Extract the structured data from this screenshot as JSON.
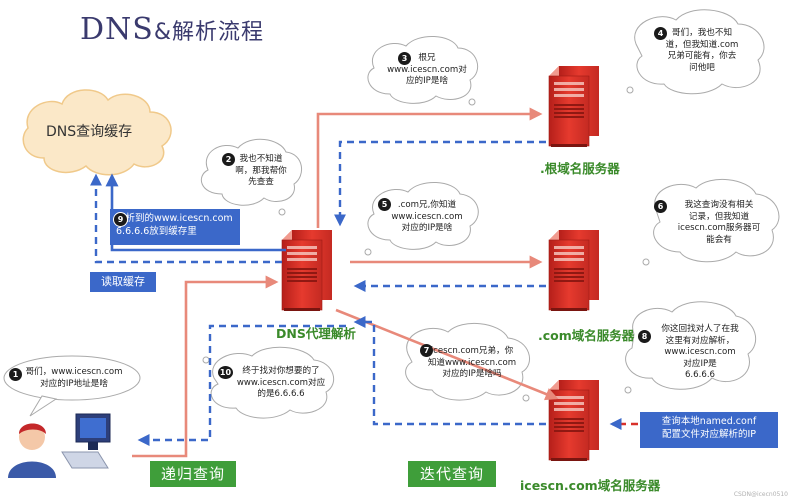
{
  "title": {
    "main": "DNS",
    "suffix": "&解析流程"
  },
  "cache_cloud": {
    "label": "DNS查询缓存"
  },
  "servers": {
    "root": ".根域名服务器",
    "com": ".com域名服务器",
    "icescn": "icescn.com域名服务器",
    "proxy": "DNS代理解析"
  },
  "steps": [
    {
      "num": "1",
      "lines": [
        "哥们，www.icescn.com",
        "对应的IP地址是啥"
      ]
    },
    {
      "num": "2",
      "lines": [
        "我也不知道",
        "啊，那我帮你",
        "先查查"
      ]
    },
    {
      "num": "3",
      "lines": [
        "根兄",
        "www.icescn.com对",
        "应的IP是啥"
      ]
    },
    {
      "num": "4",
      "lines": [
        "哥们，我也不知",
        "道，但我知道.com",
        "兄弟可能有，你去",
        "问他吧"
      ]
    },
    {
      "num": "5",
      "lines": [
        ".com兄,你知道",
        "www.icescn.com",
        "对应的IP是啥"
      ]
    },
    {
      "num": "6",
      "lines": [
        "我这查询没有相关",
        "记录，但我知道",
        "icescn.com服务器可",
        "能会有"
      ]
    },
    {
      "num": "7",
      "lines": [
        "icescn.com兄弟，你",
        "知道www.icescn.com",
        "对应的IP是啥吗"
      ]
    },
    {
      "num": "8",
      "lines": [
        "你这回找对人了在我",
        "这里有对应解析，",
        "www.icescn.com",
        "对应IP是",
        "6.6.6.6"
      ]
    },
    {
      "num": "9",
      "lines": [
        "解析到的www.icescn.com",
        "6.6.6.6放到缓存里"
      ]
    },
    {
      "num": "10",
      "lines": [
        "终于找对你想要的了",
        "www.icescn.com对应",
        "的是6.6.6.6"
      ]
    }
  ],
  "read_cache": "读取缓存",
  "named_conf": {
    "lines": [
      "查询本地named.conf",
      "配置文件对应解析的IP"
    ]
  },
  "buttons": {
    "recursive": "递归查询",
    "iterative": "迭代查询"
  },
  "watermark": "CSDN@icecn0510",
  "colors": {
    "request": "#e8897a",
    "response": "#3b68c9",
    "server": "#d8312a",
    "label": "#1f3a7a",
    "green": "#3f9e3a"
  }
}
